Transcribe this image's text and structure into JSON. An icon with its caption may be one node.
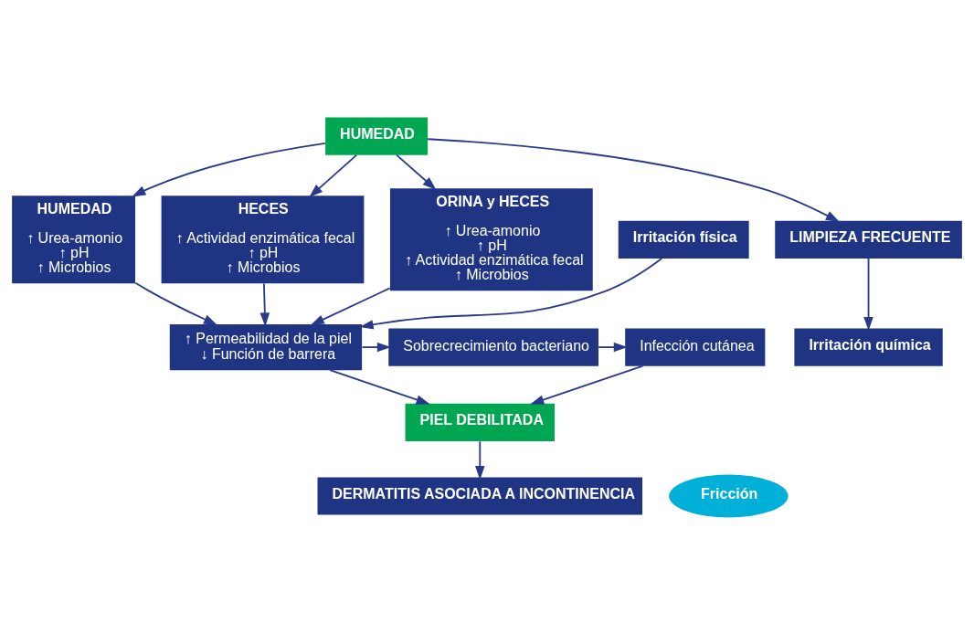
{
  "diagram": {
    "nodes": [
      {
        "text": [
          "HUMEDAD"
        ]
      },
      {
        "text": [
          "HUMEDAD",
          "↑ Urea-amonio",
          "↑ pH",
          "↑ Microbios"
        ]
      },
      {
        "text": [
          "HECES",
          "↑ Actividad enzimática fecal",
          "↑ pH",
          "↑ Microbios"
        ]
      },
      {
        "text": [
          "ORINA y HECES",
          "↑ Urea-amonio",
          "↑ pH",
          "↑ Actividad enzimática fecal",
          "↑ Microbios"
        ]
      },
      {
        "text": [
          "LIMPIEZA FRECUENTE"
        ]
      },
      {
        "text": [
          "Irritación química"
        ]
      },
      {
        "text": [
          "Irritación física"
        ]
      },
      {
        "text": [
          "↑ Permeabilidad de la piel",
          "↓ Función de barrera"
        ]
      },
      {
        "text": [
          "Sobrecrecimiento bacteriano"
        ]
      },
      {
        "text": [
          "Infección cutánea"
        ]
      },
      {
        "text": [
          "PIEL DEBILITADA"
        ]
      },
      {
        "text": [
          "DERMATITIS ASOCIADA A INCONTINENCIA"
        ]
      },
      {
        "text": [
          "Fricción"
        ]
      }
    ],
    "edges": [
      {
        "from": 0,
        "to": 1,
        "arrow": "to"
      },
      {
        "from": 0,
        "to": 2,
        "arrow": "to"
      },
      {
        "from": 0,
        "to": 3,
        "arrow": "to"
      },
      {
        "from": 0,
        "to": 4,
        "arrow": "to"
      },
      {
        "from": 4,
        "to": 5,
        "arrow": "to"
      },
      {
        "from": 1,
        "to": 7,
        "arrow": "to"
      },
      {
        "from": 2,
        "to": 7,
        "arrow": "to"
      },
      {
        "from": 3,
        "to": 7,
        "arrow": "to"
      },
      {
        "from": 6,
        "to": 7,
        "arrow": "to"
      },
      {
        "from": 7,
        "to": 8,
        "arrow": "to"
      },
      {
        "from": 8,
        "to": 9,
        "arrow": "to"
      },
      {
        "from": 7,
        "to": 10,
        "arrow": "to"
      },
      {
        "from": 9,
        "to": 10,
        "arrow": "to"
      },
      {
        "from": 10,
        "to": 11,
        "arrow": "to"
      }
    ]
  }
}
